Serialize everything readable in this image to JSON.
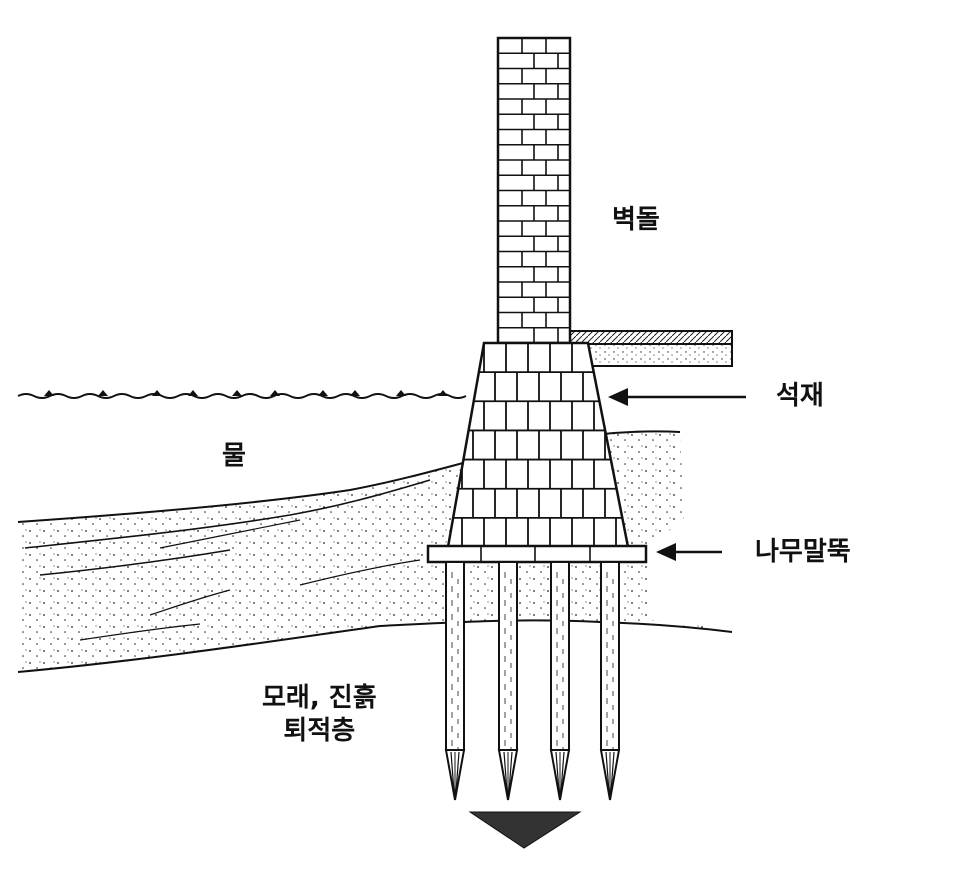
{
  "labels": {
    "brick": "벽돌",
    "stone": "석재",
    "wooden_piles": "나무말뚝",
    "water": "물",
    "sediment_line1": "모래, 진흙",
    "sediment_line2": "퇴적층"
  },
  "colors": {
    "ink": "#111111",
    "background": "#ffffff",
    "arrowhead_fill": "#333333"
  },
  "brick_wall": {
    "courses": 20
  },
  "stone_base": {
    "courses": 7
  },
  "pile_count": 4
}
